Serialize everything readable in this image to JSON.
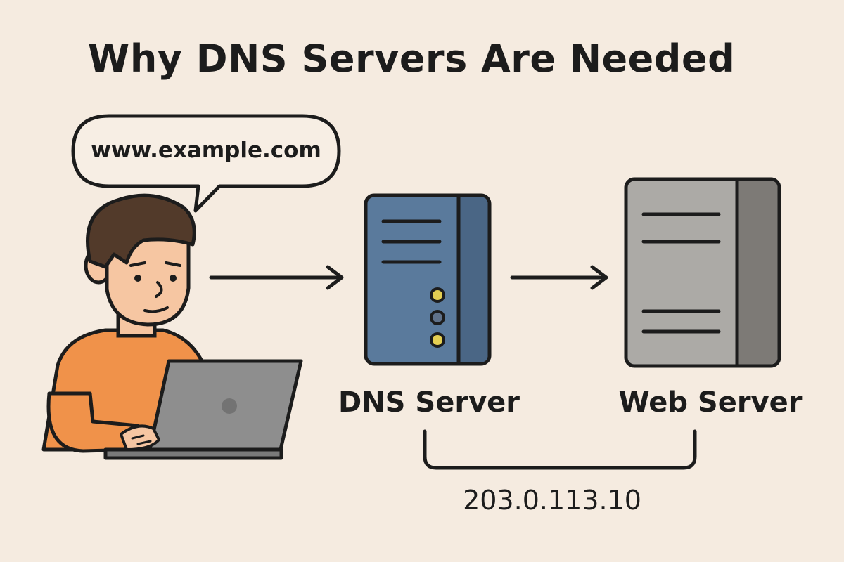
{
  "title": "Why DNS Servers Are Needed",
  "speech_bubble": {
    "text": "www.example.com"
  },
  "dns_server": {
    "label": "DNS Server",
    "color": "#5a7a9c",
    "side_color": "#4a6685",
    "indicator_colors": [
      "#e4cf52",
      "#5f7189",
      "#e4cf52"
    ]
  },
  "web_server": {
    "label": "Web Server",
    "color": "#acaaa6",
    "side_color": "#7d7a76"
  },
  "ip_address": {
    "text": "203.0.113.10"
  },
  "person": {
    "shirt_color": "#f0924a",
    "skin_color": "#f6c6a2",
    "hair_color": "#523a2a"
  },
  "laptop": {
    "color": "#8e8e8e"
  },
  "background_color": "#f5ebe0"
}
